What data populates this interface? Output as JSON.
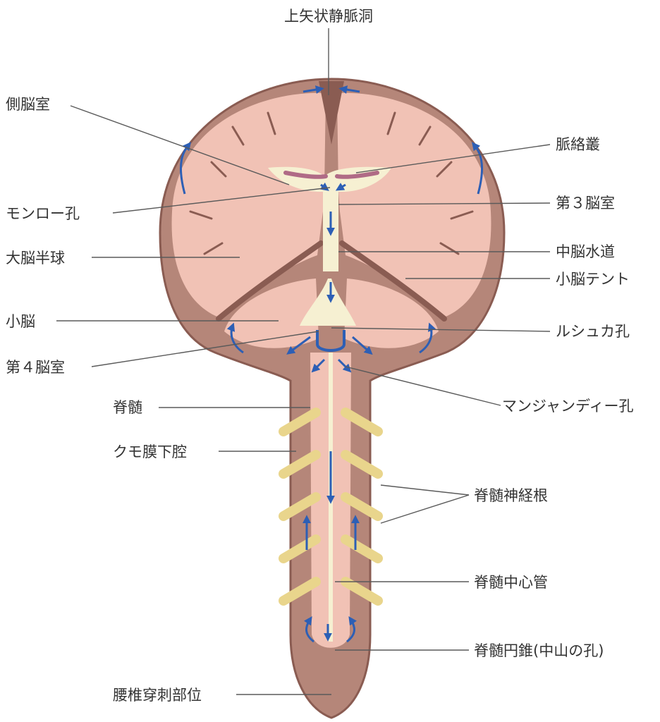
{
  "colors": {
    "background": "#ffffff",
    "outer_layer": "#b58679",
    "outer_layer_dark": "#8a5c52",
    "brain_tissue": "#f1c2b5",
    "ventricle": "#f6f0d2",
    "csf_arrow": "#2d5fb5",
    "nerve_root": "#e9d58c",
    "leader_line": "#5a5a5a",
    "label_text": "#333333"
  },
  "labels": {
    "sagittal_sinus": "上矢状静脈洞",
    "lateral_ventricle": "側脳室",
    "choroid_plexus": "脈絡叢",
    "foramen_monro": "モンロー孔",
    "third_ventricle": "第３脳室",
    "cerebral_hemisphere": "大脳半球",
    "aqueduct": "中脳水道",
    "tentorium": "小脳テント",
    "cerebellum": "小脳",
    "foramen_luschka": "ルシュカ孔",
    "fourth_ventricle": "第４脳室",
    "spinal_cord": "脊髄",
    "foramen_magendie": "マンジャンディー孔",
    "subarachnoid_space": "クモ膜下腔",
    "nerve_roots": "脊髄神経根",
    "central_canal": "脊髄中心管",
    "conus": "脊髄円錐(中山の孔)",
    "lumbar_puncture": "腰椎穿刺部位"
  }
}
